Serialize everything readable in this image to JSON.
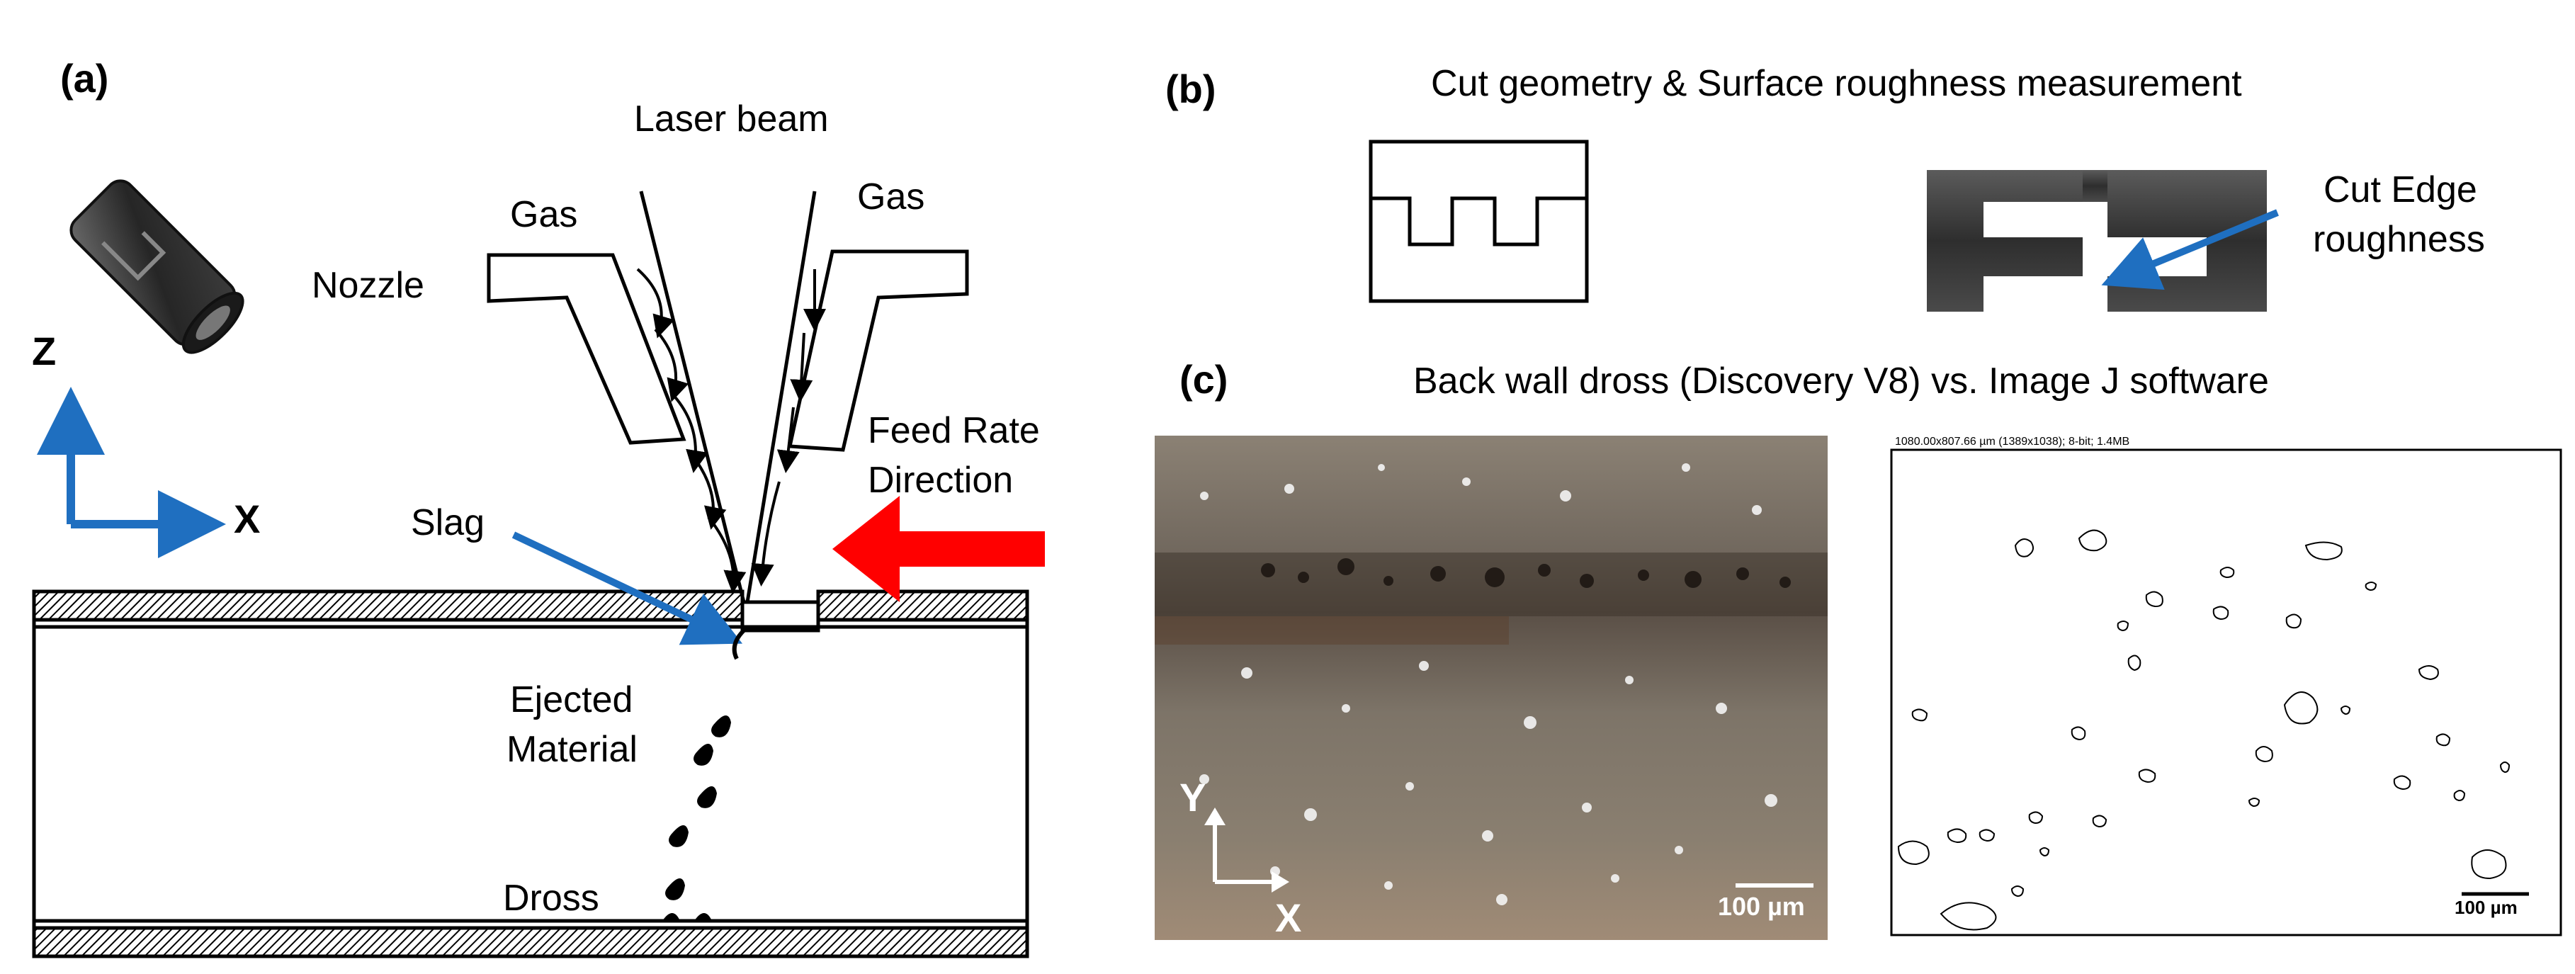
{
  "panel_a": {
    "tag": "(a)",
    "laser_beam": "Laser beam",
    "gas_left": "Gas",
    "gas_right": "Gas",
    "nozzle": "Nozzle",
    "feed_rate_line1": "Feed Rate",
    "feed_rate_line2": "Direction",
    "slag": "Slag",
    "ejected_line1": "Ejected",
    "ejected_line2": "Material",
    "dross": "Dross",
    "axis_z": "Z",
    "axis_x": "X"
  },
  "panel_b": {
    "tag": "(b)",
    "title": "Cut geometry & Surface roughness measurement",
    "cut_edge_line1": "Cut Edge",
    "cut_edge_line2": "roughness"
  },
  "panel_c": {
    "tag": "(c)",
    "title": "Back wall dross (Discovery V8) vs. Image J software",
    "axis_y": "Y",
    "axis_x": "X",
    "scale_left": "100 µm",
    "scale_right": "100 µm",
    "imagej_header": "1080.00x807.66 µm (1389x1038); 8-bit; 1.4MB"
  },
  "colors": {
    "arrow_blue": "#1f6fc0",
    "arrow_red": "#ff0000",
    "metal_dark": "#3a3a3a"
  }
}
